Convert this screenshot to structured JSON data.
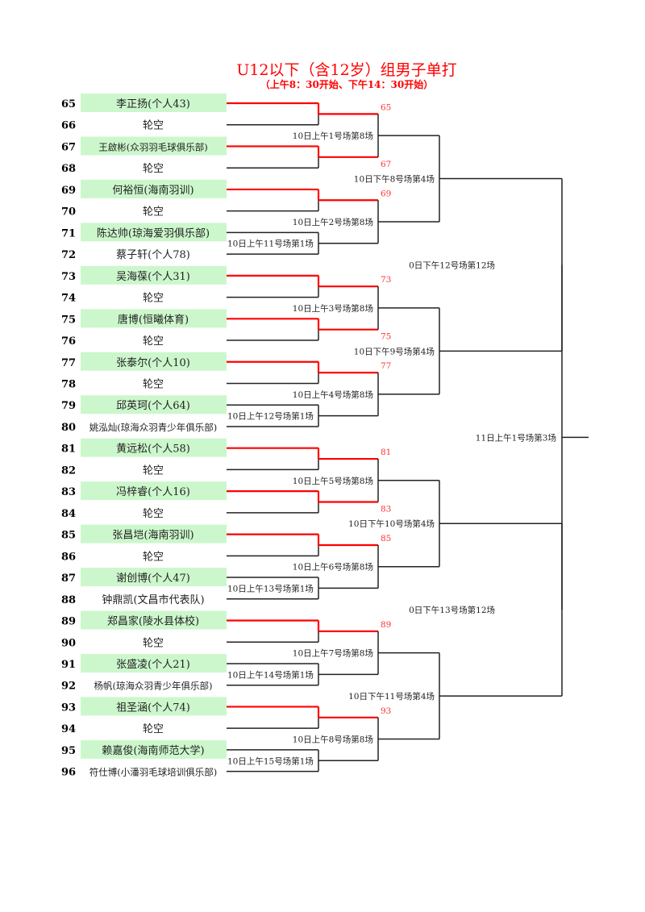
{
  "header": {
    "title": "U12以下（含12岁）组男子单打",
    "subtitle": "（上午8：30开始、下午14：30开始）"
  },
  "colors": {
    "winner_line": "#ff0000",
    "line": "#222222",
    "highlight": "#ccf7cc",
    "red_text": "#ff3333"
  },
  "players": [
    {
      "seed": "65",
      "name": "李正扬(个人43)",
      "highlight": true
    },
    {
      "seed": "66",
      "name": "轮空",
      "highlight": false
    },
    {
      "seed": "67",
      "name": "王啟彬(众羽羽毛球俱乐部)",
      "highlight": true
    },
    {
      "seed": "68",
      "name": "轮空",
      "highlight": false
    },
    {
      "seed": "69",
      "name": "何裕恒(海南羽训)",
      "highlight": true
    },
    {
      "seed": "70",
      "name": "轮空",
      "highlight": false
    },
    {
      "seed": "71",
      "name": "陈达帅(琼海爱羽俱乐部)",
      "highlight": true
    },
    {
      "seed": "72",
      "name": "蔡子轩(个人78)",
      "highlight": false
    },
    {
      "seed": "73",
      "name": "吴海葆(个人31)",
      "highlight": true
    },
    {
      "seed": "74",
      "name": "轮空",
      "highlight": false
    },
    {
      "seed": "75",
      "name": "唐博(恒曦体育)",
      "highlight": true
    },
    {
      "seed": "76",
      "name": "轮空",
      "highlight": false
    },
    {
      "seed": "77",
      "name": "张泰尔(个人10)",
      "highlight": true
    },
    {
      "seed": "78",
      "name": "轮空",
      "highlight": false
    },
    {
      "seed": "79",
      "name": "邱英珂(个人64)",
      "highlight": true
    },
    {
      "seed": "80",
      "name": "姚泓灿(琼海众羽青少年俱乐部)",
      "highlight": false
    },
    {
      "seed": "81",
      "name": "黄远松(个人58)",
      "highlight": true
    },
    {
      "seed": "82",
      "name": "轮空",
      "highlight": false
    },
    {
      "seed": "83",
      "name": "冯梓睿(个人16)",
      "highlight": true
    },
    {
      "seed": "84",
      "name": "轮空",
      "highlight": false
    },
    {
      "seed": "85",
      "name": "张昌垲(海南羽训)",
      "highlight": true
    },
    {
      "seed": "86",
      "name": "轮空",
      "highlight": false
    },
    {
      "seed": "87",
      "name": "谢创博(个人47)",
      "highlight": true
    },
    {
      "seed": "88",
      "name": "钟鼎凯(文昌市代表队)",
      "highlight": false
    },
    {
      "seed": "89",
      "name": "郑昌家(陵水县体校)",
      "highlight": true
    },
    {
      "seed": "90",
      "name": "轮空",
      "highlight": false
    },
    {
      "seed": "91",
      "name": "张盛凌(个人21)",
      "highlight": true
    },
    {
      "seed": "92",
      "name": "杨帆(琼海众羽青少年俱乐部)",
      "highlight": false
    },
    {
      "seed": "93",
      "name": "祖圣涵(个人74)",
      "highlight": true
    },
    {
      "seed": "94",
      "name": "轮空",
      "highlight": false
    },
    {
      "seed": "95",
      "name": "赖嘉俊(海南师范大学)",
      "highlight": true
    },
    {
      "seed": "96",
      "name": "符仕博(小潘羽毛球培训俱乐部)",
      "highlight": false
    }
  ],
  "round1": [
    {
      "bye": true,
      "advance": "65"
    },
    {
      "bye": true,
      "advance": "67"
    },
    {
      "bye": true,
      "advance": "69"
    },
    {
      "bye": false,
      "label": "10日上午11号场第1场"
    },
    {
      "bye": true,
      "advance": "73"
    },
    {
      "bye": true,
      "advance": "75"
    },
    {
      "bye": true,
      "advance": "77"
    },
    {
      "bye": false,
      "label": "10日上午12号场第1场"
    },
    {
      "bye": true,
      "advance": "81"
    },
    {
      "bye": true,
      "advance": "83"
    },
    {
      "bye": true,
      "advance": "85"
    },
    {
      "bye": false,
      "label": "10日上午13号场第1场"
    },
    {
      "bye": true,
      "advance": "89"
    },
    {
      "bye": false,
      "label": "10日上午14号场第1场"
    },
    {
      "bye": true,
      "advance": "93"
    },
    {
      "bye": false,
      "label": "10日上午15号场第1场"
    }
  ],
  "round2": [
    "10日上午1号场第8场",
    "10日上午2号场第8场",
    "10日上午3号场第8场",
    "10日上午4号场第8场",
    "10日上午5号场第8场",
    "10日上午6号场第8场",
    "10日上午7号场第8场",
    "10日上午8号场第8场"
  ],
  "round3": [
    "10日下午8号场第4场",
    "10日下午9号场第4场",
    "10日下午10号场第4场",
    "10日下午11号场第4场"
  ],
  "round4": [
    "0日下午12号场第12场",
    "0日下午13号场第12场"
  ],
  "final": "11日上午1号场第3场"
}
